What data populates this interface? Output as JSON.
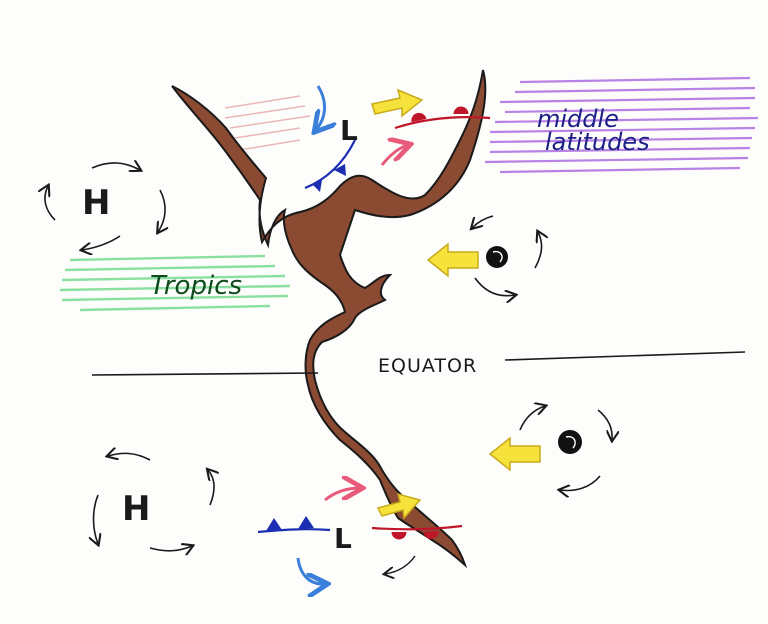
{
  "labels": {
    "middle_latitudes_line1": "middle",
    "middle_latitudes_line2": "latitudes",
    "tropics": "Tropics",
    "equator": "EQUATOR",
    "high_pressure_north": "H",
    "high_pressure_south": "H",
    "low_pressure_north": "L",
    "low_pressure_south": "L"
  },
  "colors": {
    "continent": "#8b4a32",
    "outline": "#1a1a1a",
    "yellow_arrow": "#f5e23a",
    "warm_front": "#c0162a",
    "cold_front": "#1c2fb4",
    "wind_arrow_blue": "#3a7fd9",
    "wind_arrow_pink": "#e85a7a",
    "mid_lat_band": "#a25ae0",
    "tropics_band": "#6fd98a",
    "mid_lat_text": "#1b1f86",
    "tropics_text": "#0e4a1c"
  }
}
